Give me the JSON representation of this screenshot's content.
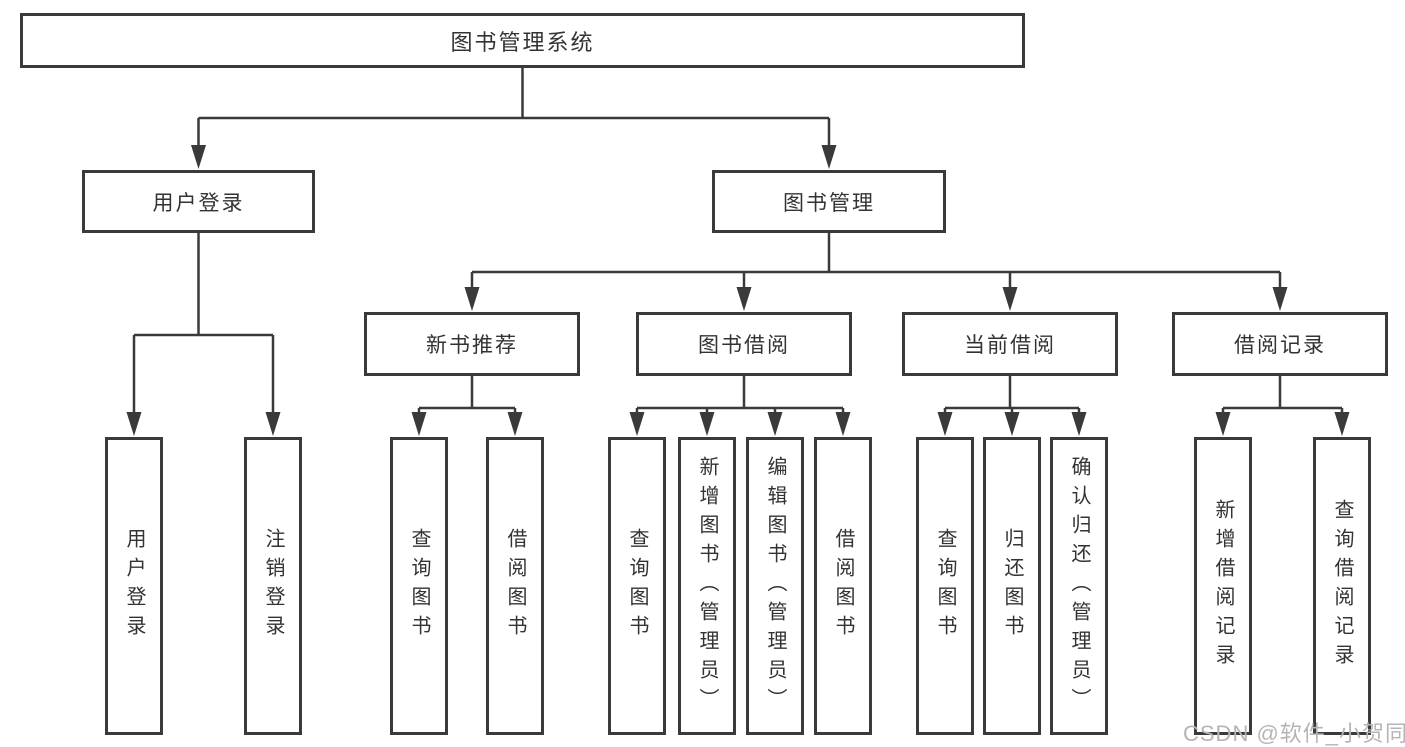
{
  "colors": {
    "line": "#3a3a3a",
    "text": "#333333",
    "box_background": "#ffffff",
    "watermark": "#b5b5b5"
  },
  "tree": {
    "label": "图书管理系统",
    "children": [
      {
        "label": "用户登录",
        "children": [
          {
            "label": "用户登录"
          },
          {
            "label": "注销登录"
          }
        ]
      },
      {
        "label": "图书管理",
        "children": [
          {
            "label": "新书推荐",
            "children": [
              {
                "label": "查询图书"
              },
              {
                "label": "借阅图书"
              }
            ]
          },
          {
            "label": "图书借阅",
            "children": [
              {
                "label": "查询图书"
              },
              {
                "label": "新增图书（管理员）"
              },
              {
                "label": "编辑图书（管理员）"
              },
              {
                "label": "借阅图书"
              }
            ]
          },
          {
            "label": "当前借阅",
            "children": [
              {
                "label": "查询图书"
              },
              {
                "label": "归还图书"
              },
              {
                "label": "确认归还（管理员）"
              }
            ]
          },
          {
            "label": "借阅记录",
            "children": [
              {
                "label": "新增借阅记录"
              },
              {
                "label": "查询借阅记录"
              }
            ]
          }
        ]
      }
    ]
  },
  "watermark": {
    "text": "CSDN @软件_小贺同学"
  }
}
